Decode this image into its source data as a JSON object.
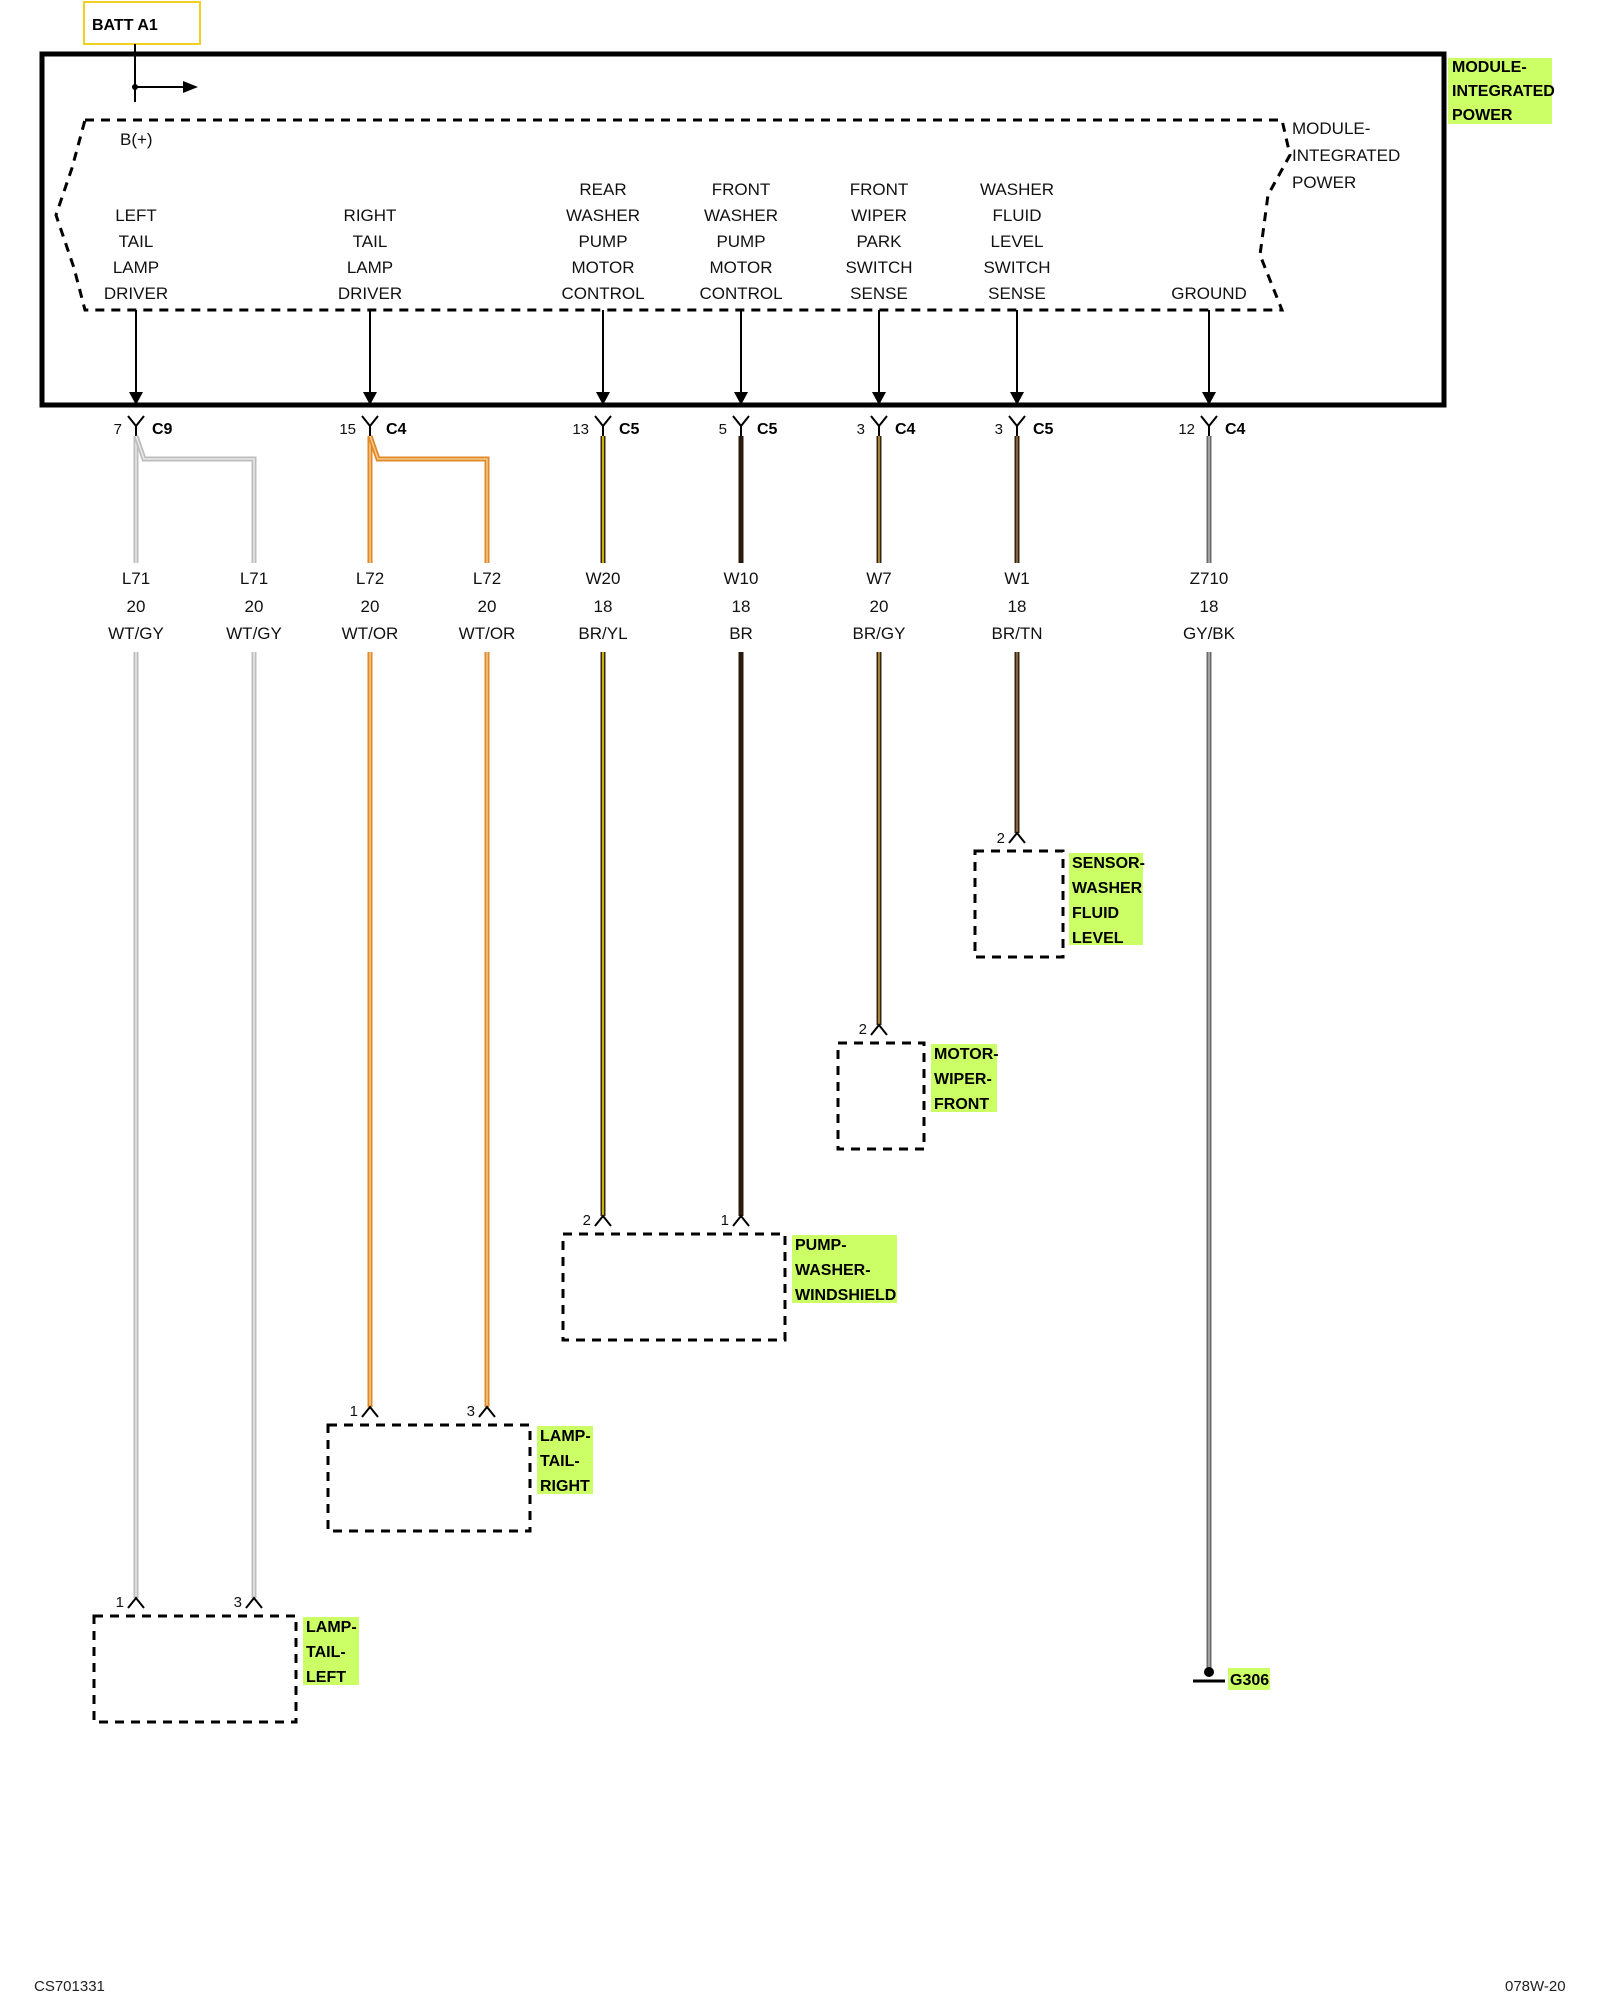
{
  "batt_label": "BATT A1",
  "module": {
    "callout": [
      "MODULE-",
      "INTEGRATED",
      "POWER"
    ],
    "side_label": [
      "MODULE-",
      "INTEGRATED",
      "POWER"
    ],
    "bplus": "B(+)"
  },
  "circuits": [
    {
      "key": "left-tail-driver",
      "func": [
        "LEFT",
        "TAIL",
        "LAMP",
        "DRIVER"
      ],
      "pin": "7",
      "conn": "C9",
      "wires": [
        {
          "circuit": "L71",
          "gauge": "20",
          "color": "WT/GY",
          "hex": "#bdbdbd",
          "stripe": "#e8e8e8"
        },
        {
          "circuit": "L71",
          "gauge": "20",
          "color": "WT/GY",
          "hex": "#bdbdbd",
          "stripe": "#e8e8e8"
        }
      ]
    },
    {
      "key": "right-tail-driver",
      "func": [
        "RIGHT",
        "TAIL",
        "LAMP",
        "DRIVER"
      ],
      "pin": "15",
      "conn": "C4",
      "wires": [
        {
          "circuit": "L72",
          "gauge": "20",
          "color": "WT/OR",
          "hex": "#e0892a",
          "stripe": "#f6c98a"
        },
        {
          "circuit": "L72",
          "gauge": "20",
          "color": "WT/OR",
          "hex": "#e0892a",
          "stripe": "#f6c98a"
        }
      ]
    },
    {
      "key": "rear-washer",
      "func": [
        "REAR",
        "WASHER",
        "PUMP",
        "MOTOR",
        "CONTROL"
      ],
      "pin": "13",
      "conn": "C5",
      "wires": [
        {
          "circuit": "W20",
          "gauge": "18",
          "color": "BR/YL",
          "hex": "#3a2410",
          "stripe": "#f2e600"
        }
      ]
    },
    {
      "key": "front-washer",
      "func": [
        "FRONT",
        "WASHER",
        "PUMP",
        "MOTOR",
        "CONTROL"
      ],
      "pin": "5",
      "conn": "C5",
      "wires": [
        {
          "circuit": "W10",
          "gauge": "18",
          "color": "BR",
          "hex": "#2a1a0c",
          "stripe": "#2a1a0c"
        }
      ]
    },
    {
      "key": "wiper-park",
      "func": [
        "FRONT",
        "WIPER",
        "PARK",
        "SWITCH",
        "SENSE"
      ],
      "pin": "3",
      "conn": "C4",
      "wires": [
        {
          "circuit": "W7",
          "gauge": "20",
          "color": "BR/GY",
          "hex": "#3a2410",
          "stripe": "#c9a24a"
        }
      ]
    },
    {
      "key": "washer-level",
      "func": [
        "WASHER",
        "FLUID",
        "LEVEL",
        "SWITCH",
        "SENSE"
      ],
      "pin": "3",
      "conn": "C5",
      "wires": [
        {
          "circuit": "W1",
          "gauge": "18",
          "color": "BR/TN",
          "hex": "#3a2410",
          "stripe": "#9a7a52"
        }
      ]
    },
    {
      "key": "ground",
      "func": [
        "GROUND"
      ],
      "pin": "12",
      "conn": "C4",
      "wires": [
        {
          "circuit": "Z710",
          "gauge": "18",
          "color": "GY/BK",
          "hex": "#6a6a6a",
          "stripe": "#b5b5b5"
        }
      ]
    }
  ],
  "components": [
    {
      "key": "sensor-washer",
      "label": [
        "SENSOR-",
        "WASHER",
        "FLUID",
        "LEVEL"
      ],
      "pins": [
        "2"
      ]
    },
    {
      "key": "motor-wiper",
      "label": [
        "MOTOR-",
        "WIPER-",
        "FRONT"
      ],
      "pins": [
        "2"
      ]
    },
    {
      "key": "pump-washer",
      "label": [
        "PUMP-",
        "WASHER-",
        "WINDSHIELD"
      ],
      "pins": [
        "2",
        "1"
      ]
    },
    {
      "key": "lamp-tail-right",
      "label": [
        "LAMP-",
        "TAIL-",
        "RIGHT"
      ],
      "pins": [
        "1",
        "3"
      ]
    },
    {
      "key": "lamp-tail-left",
      "label": [
        "LAMP-",
        "TAIL-",
        "LEFT"
      ],
      "pins": [
        "1",
        "3"
      ]
    }
  ],
  "ground_label": "G306",
  "footer": {
    "left": "CS701331",
    "right": "078W-20"
  },
  "colors": {
    "highlight": "#ccff66",
    "batt_border": "#f0d020"
  }
}
